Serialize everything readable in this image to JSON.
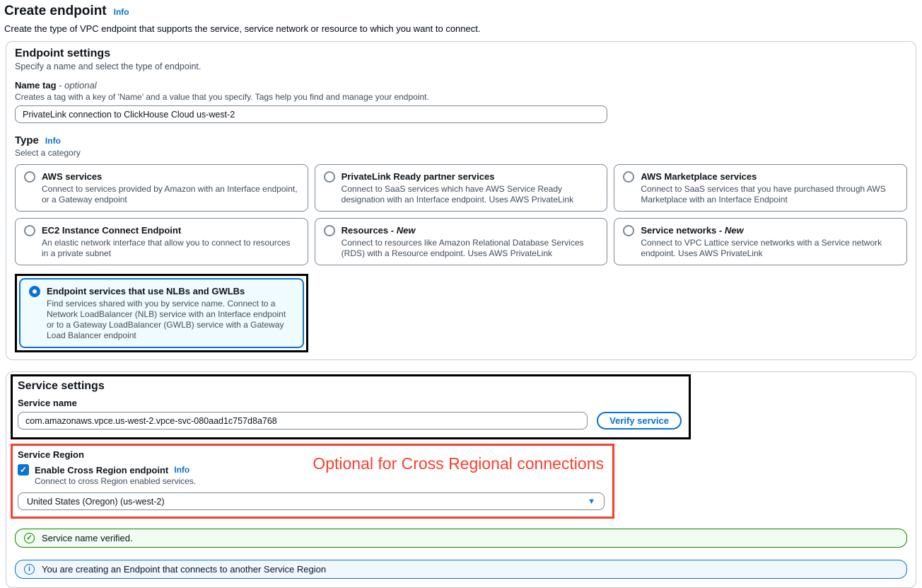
{
  "page": {
    "title": "Create endpoint",
    "info_label": "Info",
    "description": "Create the type of VPC endpoint that supports the service, service network or resource to which you want to connect."
  },
  "endpoint_settings": {
    "heading": "Endpoint settings",
    "subheading": "Specify a name and select the type of endpoint.",
    "name_tag": {
      "label": "Name tag",
      "optional_suffix": "- optional",
      "help": "Creates a tag with a key of 'Name' and a value that you specify. Tags help you find and manage your endpoint.",
      "value": "PrivateLink connection to ClickHouse Cloud us-west-2"
    },
    "type": {
      "heading": "Type",
      "info_label": "Info",
      "subheading": "Select a category",
      "options": [
        {
          "title": "AWS services",
          "suffix": "",
          "description": "Connect to services provided by Amazon with an Interface endpoint, or a Gateway endpoint",
          "selected": false
        },
        {
          "title": "PrivateLink Ready partner services",
          "suffix": "",
          "description": "Connect to SaaS services which have AWS Service Ready designation with an Interface endpoint. Uses AWS PrivateLink",
          "selected": false
        },
        {
          "title": "AWS Marketplace services",
          "suffix": "",
          "description": "Connect to SaaS services that you have purchased through AWS Marketplace with an Interface Endpoint",
          "selected": false
        },
        {
          "title": "EC2 Instance Connect Endpoint",
          "suffix": "",
          "description": "An elastic network interface that allow you to connect to resources in a private subnet",
          "selected": false
        },
        {
          "title": "Resources",
          "suffix": "- New",
          "description": "Connect to resources like Amazon Relational Database Services (RDS) with a Resource endpoint. Uses AWS PrivateLink",
          "selected": false
        },
        {
          "title": "Service networks",
          "suffix": "- New",
          "description": "Connect to VPC Lattice service networks with a Service network endpoint. Uses AWS PrivateLink",
          "selected": false
        },
        {
          "title": "Endpoint services that use NLBs and GWLBs",
          "suffix": "",
          "description": "Find services shared with you by service name. Connect to a Network LoadBalancer (NLB) service with an Interface endpoint or to a Gateway LoadBalancer (GWLB) service with a Gateway Load Balancer endpoint",
          "selected": true
        }
      ]
    }
  },
  "service_settings": {
    "heading": "Service settings",
    "service_name": {
      "label": "Service name",
      "value": "com.amazonaws.vpce.us-west-2.vpce-svc-080aad1c757d8a768",
      "verify_button_label": "Verify service"
    },
    "service_region": {
      "label": "Service Region",
      "checkbox_label": "Enable Cross Region endpoint",
      "info_label": "Info",
      "checkbox_checked": true,
      "help": "Connect to cross Region enabled services.",
      "selected_region": "United States (Oregon) (us-west-2)"
    },
    "success_banner_text": "Service name verified.",
    "info_banner_text": "You are creating an Endpoint that connects to another Service Region"
  },
  "annotations": {
    "cross_region_note": "Optional for Cross Regional connections",
    "black_box_color": "#000000",
    "red_color": "#fa3e2c"
  },
  "icons": {
    "check": "✓",
    "dropdown_arrow": "▼",
    "success_check": "✓",
    "info_i": "i"
  },
  "colors": {
    "link_blue": "#0972d3",
    "selected_option_bg": "#f0fbff",
    "success_border": "#1d8102",
    "success_bg": "#f2fcf3",
    "info_bg": "#f0f7ff"
  }
}
